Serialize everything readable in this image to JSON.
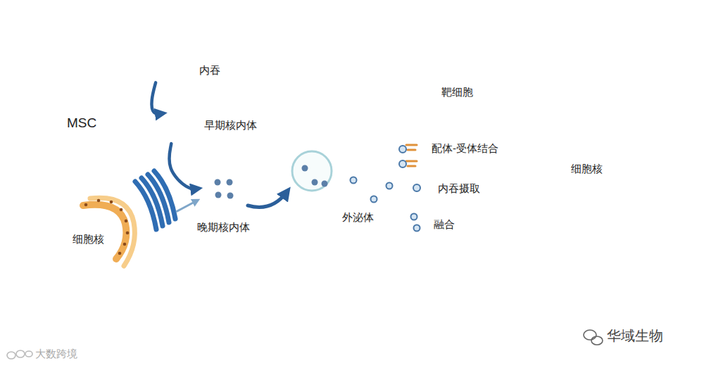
{
  "diagram": {
    "nodes": [
      {
        "text": [
          "MSC"
        ]
      },
      {
        "text": [
          "内吞"
        ],
        "in": 0
      },
      {
        "text": [
          "早期核内体"
        ],
        "in": 0
      },
      {
        "text": [
          "晚期核内体"
        ],
        "in": 0
      },
      {
        "text": [
          "细胞核"
        ],
        "in": 0
      },
      {
        "text": [
          "靶细胞"
        ]
      },
      {
        "text": [
          "细胞核"
        ],
        "in": 5
      }
    ],
    "edges": [
      {
        "from": 1,
        "to": 2,
        "arrow": "to"
      },
      {
        "from": 2,
        "to": 3,
        "arrow": "to"
      }
    ],
    "labels": [
      "外泌体",
      "配体-受体结合",
      "内吞摄取",
      "融合",
      "华域生物",
      "大数跨境"
    ]
  }
}
